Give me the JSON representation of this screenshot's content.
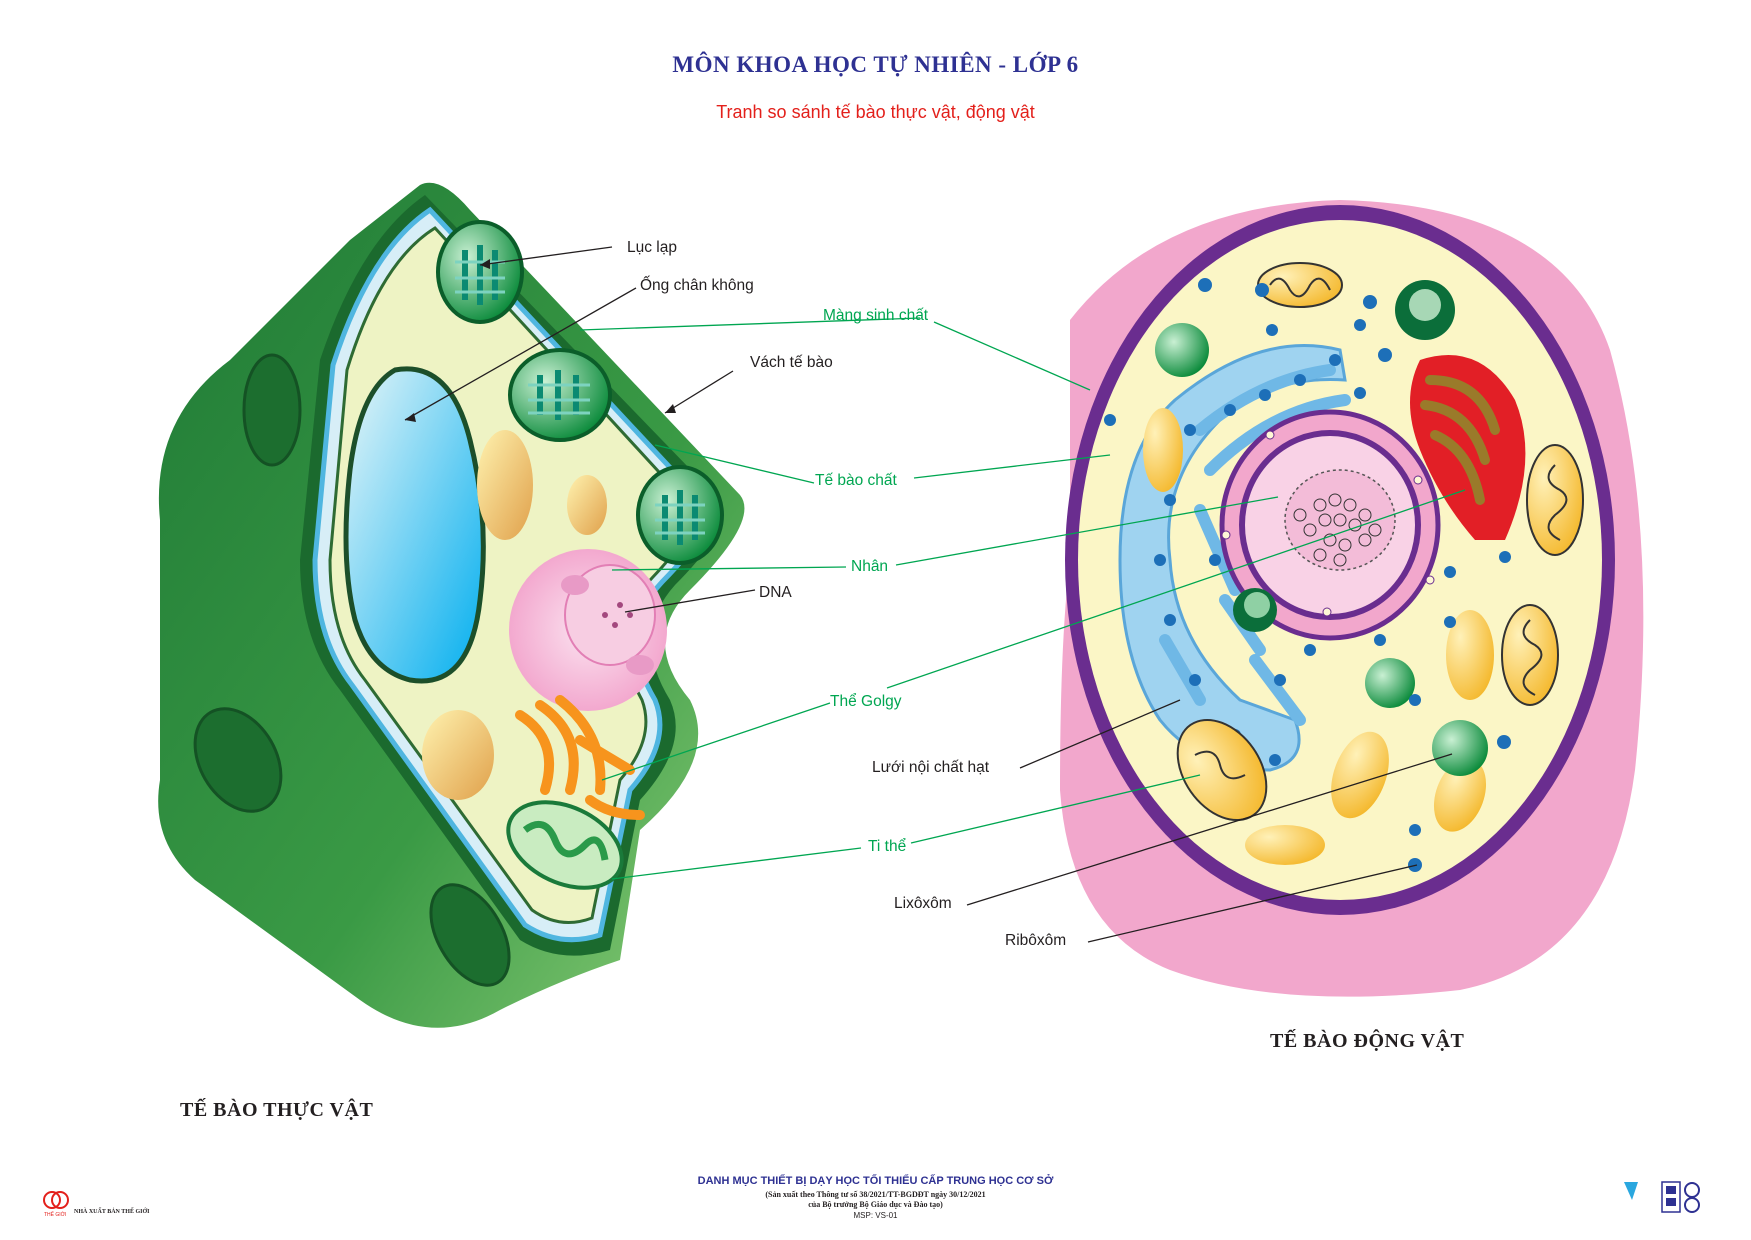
{
  "header": {
    "title": "MÔN KHOA HỌC TỰ NHIÊN - LỚP 6",
    "subtitle": "Tranh so sánh tế bào thực vật, động vật"
  },
  "plant_cell": {
    "caption": "TẾ BÀO THỰC VẬT",
    "labels": {
      "luc_lap": "Lục lạp",
      "ong_chan_khong": "Ống chân không",
      "vach_te_bao": "Vách tế bào",
      "dna": "DNA"
    }
  },
  "shared_labels": {
    "mang_sinh_chat": "Màng sinh chất",
    "te_bao_chat": "Tế bào chất",
    "nhan": "Nhân",
    "the_golgy": "Thể Golgy",
    "ti_the": "Ti thể"
  },
  "animal_cell": {
    "caption": "TẾ BÀO ĐỘNG VẬT",
    "labels": {
      "luoi_noi_chat_hat": "Lưới nội chất hạt",
      "lixoxom": "Lixôxôm",
      "riboxom": "Ribôxôm"
    }
  },
  "footer": {
    "line1": "DANH MỤC THIẾT BỊ DẠY HỌC TỐI THIỂU CẤP TRUNG HỌC CƠ SỞ",
    "line2": "(Sản xuất theo Thông tư số 38/2021/TT-BGDĐT ngày 30/12/2021",
    "line3": "của Bộ trưởng Bộ Giáo dục và Đào tạo)",
    "line4": "MSP: VS-01",
    "publisher": "NHÀ XUẤT BẢN THẾ GIỚI",
    "publisher_logo_text": "THẾ GIỚI"
  },
  "colors": {
    "title": "#2e3192",
    "subtitle": "#e3201b",
    "green_label": "#00a651",
    "plant_wall": "#2e8b3d",
    "animal_membrane": "#5b2a86"
  }
}
